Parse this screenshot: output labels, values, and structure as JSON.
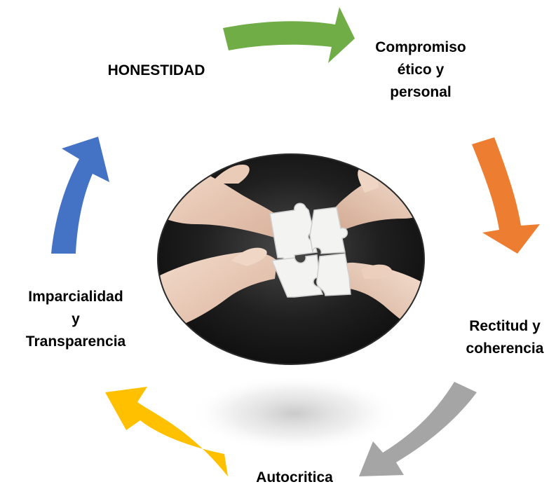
{
  "diagram": {
    "type": "cycle",
    "steps": [
      {
        "id": "honestidad",
        "lines": [
          "HONESTIDAD"
        ]
      },
      {
        "id": "compromiso",
        "lines": [
          "Compromiso",
          "ético y",
          "personal"
        ]
      },
      {
        "id": "rectitud",
        "lines": [
          "Rectitud y",
          "coherencia"
        ]
      },
      {
        "id": "autocritica",
        "lines": [
          "Autocritica"
        ]
      },
      {
        "id": "imparcialidad",
        "lines": [
          "Imparcialidad",
          "y",
          "Transparencia"
        ]
      }
    ],
    "arrows": [
      {
        "id": "honestidad-to-compromiso",
        "color": "#70AD47"
      },
      {
        "id": "compromiso-to-rectitud",
        "color": "#ED7D31"
      },
      {
        "id": "rectitud-to-autocritica",
        "color": "#A5A5A5"
      },
      {
        "id": "autocritica-to-imparcialidad",
        "color": "#FFC000"
      },
      {
        "id": "imparcialidad-to-honestidad",
        "color": "#4472C4"
      }
    ],
    "center_image": {
      "subject": "hands-joining-puzzle-pieces"
    }
  }
}
